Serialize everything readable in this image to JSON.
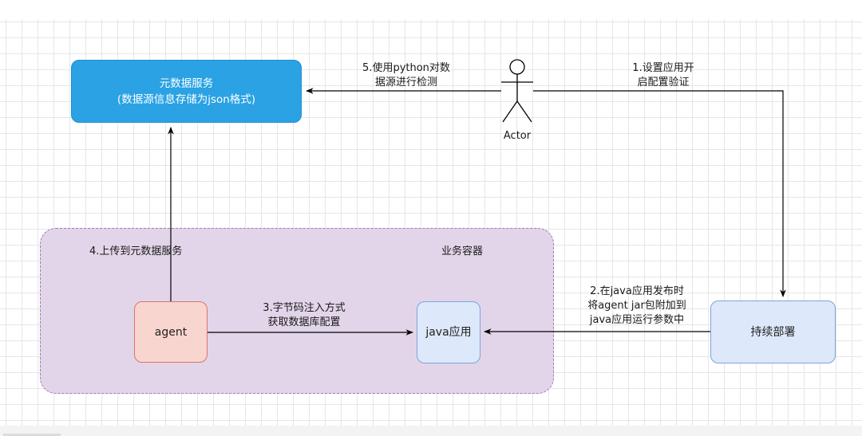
{
  "nodes": {
    "metadata_service": {
      "line1": "元数据服务",
      "line2": "(数据源信息存储为json格式)"
    },
    "container_title": "业务容器",
    "agent": "agent",
    "java_app": "java应用",
    "cd": "持续部署",
    "actor": "Actor"
  },
  "edges": {
    "e1": {
      "line1": "1.设置应用开",
      "line2": "启配置验证"
    },
    "e2": {
      "line1": "2.在java应用发布时",
      "line2": "将agent jar包附加到",
      "line3": "java应用运行参数中"
    },
    "e3": {
      "line1": "3.字节码注入方式",
      "line2": "获取数据库配置"
    },
    "e4": "4.上传到元数据服务",
    "e5": {
      "line1": "5.使用python对数",
      "line2": "据源进行检测"
    }
  },
  "colors": {
    "metadata_fill": "#2aa2e4",
    "container_fill": "#e2d5e9",
    "container_border": "#a07ab8",
    "agent_fill": "#f9d5cf",
    "agent_border": "#d9756a",
    "app_fill": "#dde8fa",
    "app_border": "#7fa3dd",
    "edge": "#000000"
  }
}
